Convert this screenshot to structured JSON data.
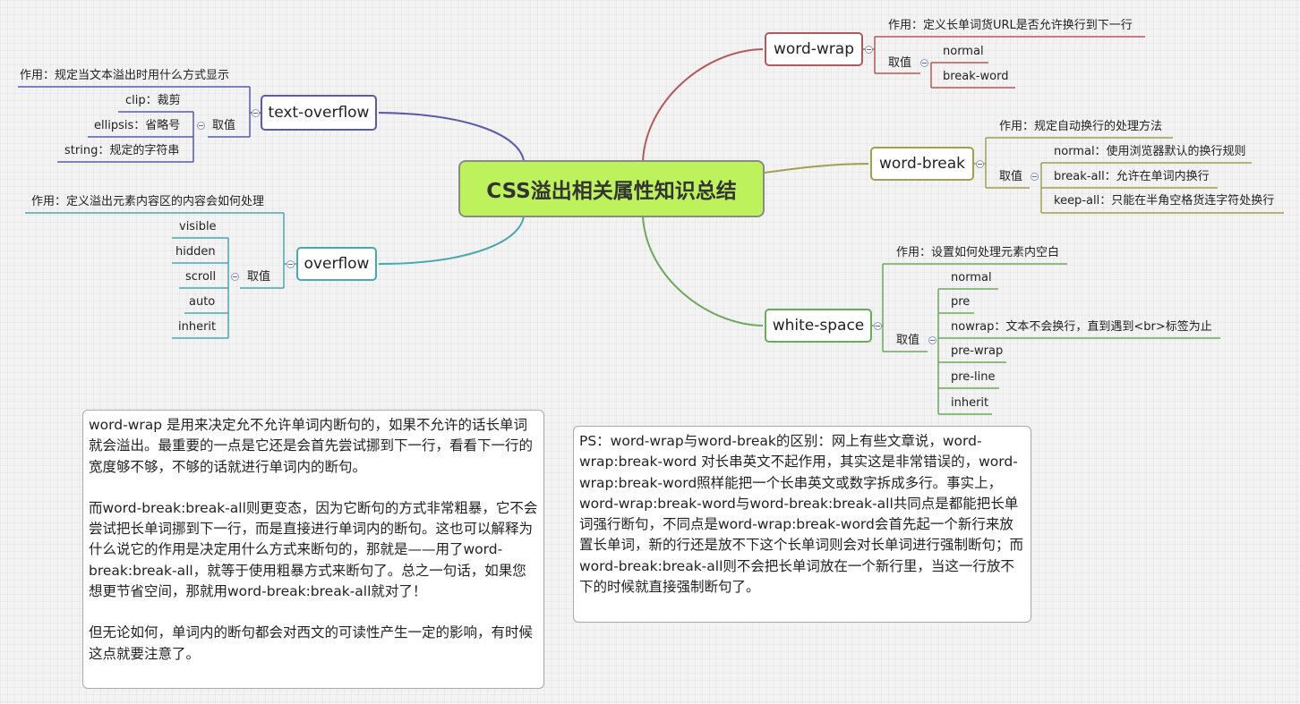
{
  "root": {
    "title": "CSS溢出相关属性知识总结",
    "color": "#bdf25c"
  },
  "word_wrap": {
    "label": "word-wrap",
    "desc": "作用：定义长单词货URL是否允许换行到下一行",
    "values_label": "取值",
    "values": [
      "normal",
      "break-word"
    ],
    "color": "#b25a5a"
  },
  "word_break": {
    "label": "word-break",
    "desc": "作用：规定自动换行的处理方法",
    "values_label": "取值",
    "values": [
      "normal：使用浏览器默认的换行规则",
      "break-all：允许在单词内换行",
      "keep-all：只能在半角空格货连字符处换行"
    ],
    "color": "#a0a050"
  },
  "white_space": {
    "label": "white-space",
    "desc": "作用：设置如何处理元素内空白",
    "values_label": "取值",
    "values": [
      "normal",
      "pre",
      "nowrap：文本不会换行，直到遇到<br>标签为止",
      "pre-wrap",
      "pre-line",
      "inherit"
    ],
    "color": "#6aaa5a"
  },
  "text_overflow": {
    "label": "text-overflow",
    "desc": "作用：规定当文本溢出时用什么方式显示",
    "values_label": "取值",
    "values": [
      "clip：裁剪",
      "ellipsis：省略号",
      "string：规定的字符串"
    ],
    "color": "#5a5aa8"
  },
  "overflow": {
    "label": "overflow",
    "desc": "作用：定义溢出元素内容区的内容会如何处理",
    "values_label": "取值",
    "values": [
      "visible",
      "hidden",
      "scroll",
      "auto",
      "inherit"
    ],
    "color": "#4aa7ad"
  },
  "note_left": {
    "p1": "word-wrap 是用来决定允不允许单词内断句的，如果不允许的话长单词就会溢出。最重要的一点是它还是会首先尝试挪到下一行，看看下一行的宽度够不够，不够的话就进行单词内的断句。",
    "p2": "而word-break:break-all则更变态，因为它断句的方式非常粗暴，它不会尝试把长单词挪到下一行，而是直接进行单词内的断句。这也可以解释为什么说它的作用是决定用什么方式来断句的，那就是——用了word-break:break-all，就等于使用粗暴方式来断句了。总之一句话，如果您想更节省空间，那就用word-break:break-all就对了！",
    "p3": "但无论如何，单词内的断句都会对西文的可读性产生一定的影响，有时候这点就要注意了。"
  },
  "note_right": {
    "p1": "PS：word-wrap与word-break的区别：网上有些文章说，word-wrap:break-word 对长串英文不起作用，其实这是非常错误的，word-wrap:break-word照样能把一个长串英文或数字拆成多行。事实上，word-wrap:break-word与word-break:break-all共同点是都能把长单词强行断句，不同点是word-wrap:break-word会首先起一个新行来放置长单词，新的行还是放不下这个长单词则会对长单词进行强制断句；而word-break:break-all则不会把长单词放在一个新行里，当这一行放不下的时候就直接强制断句了。"
  }
}
